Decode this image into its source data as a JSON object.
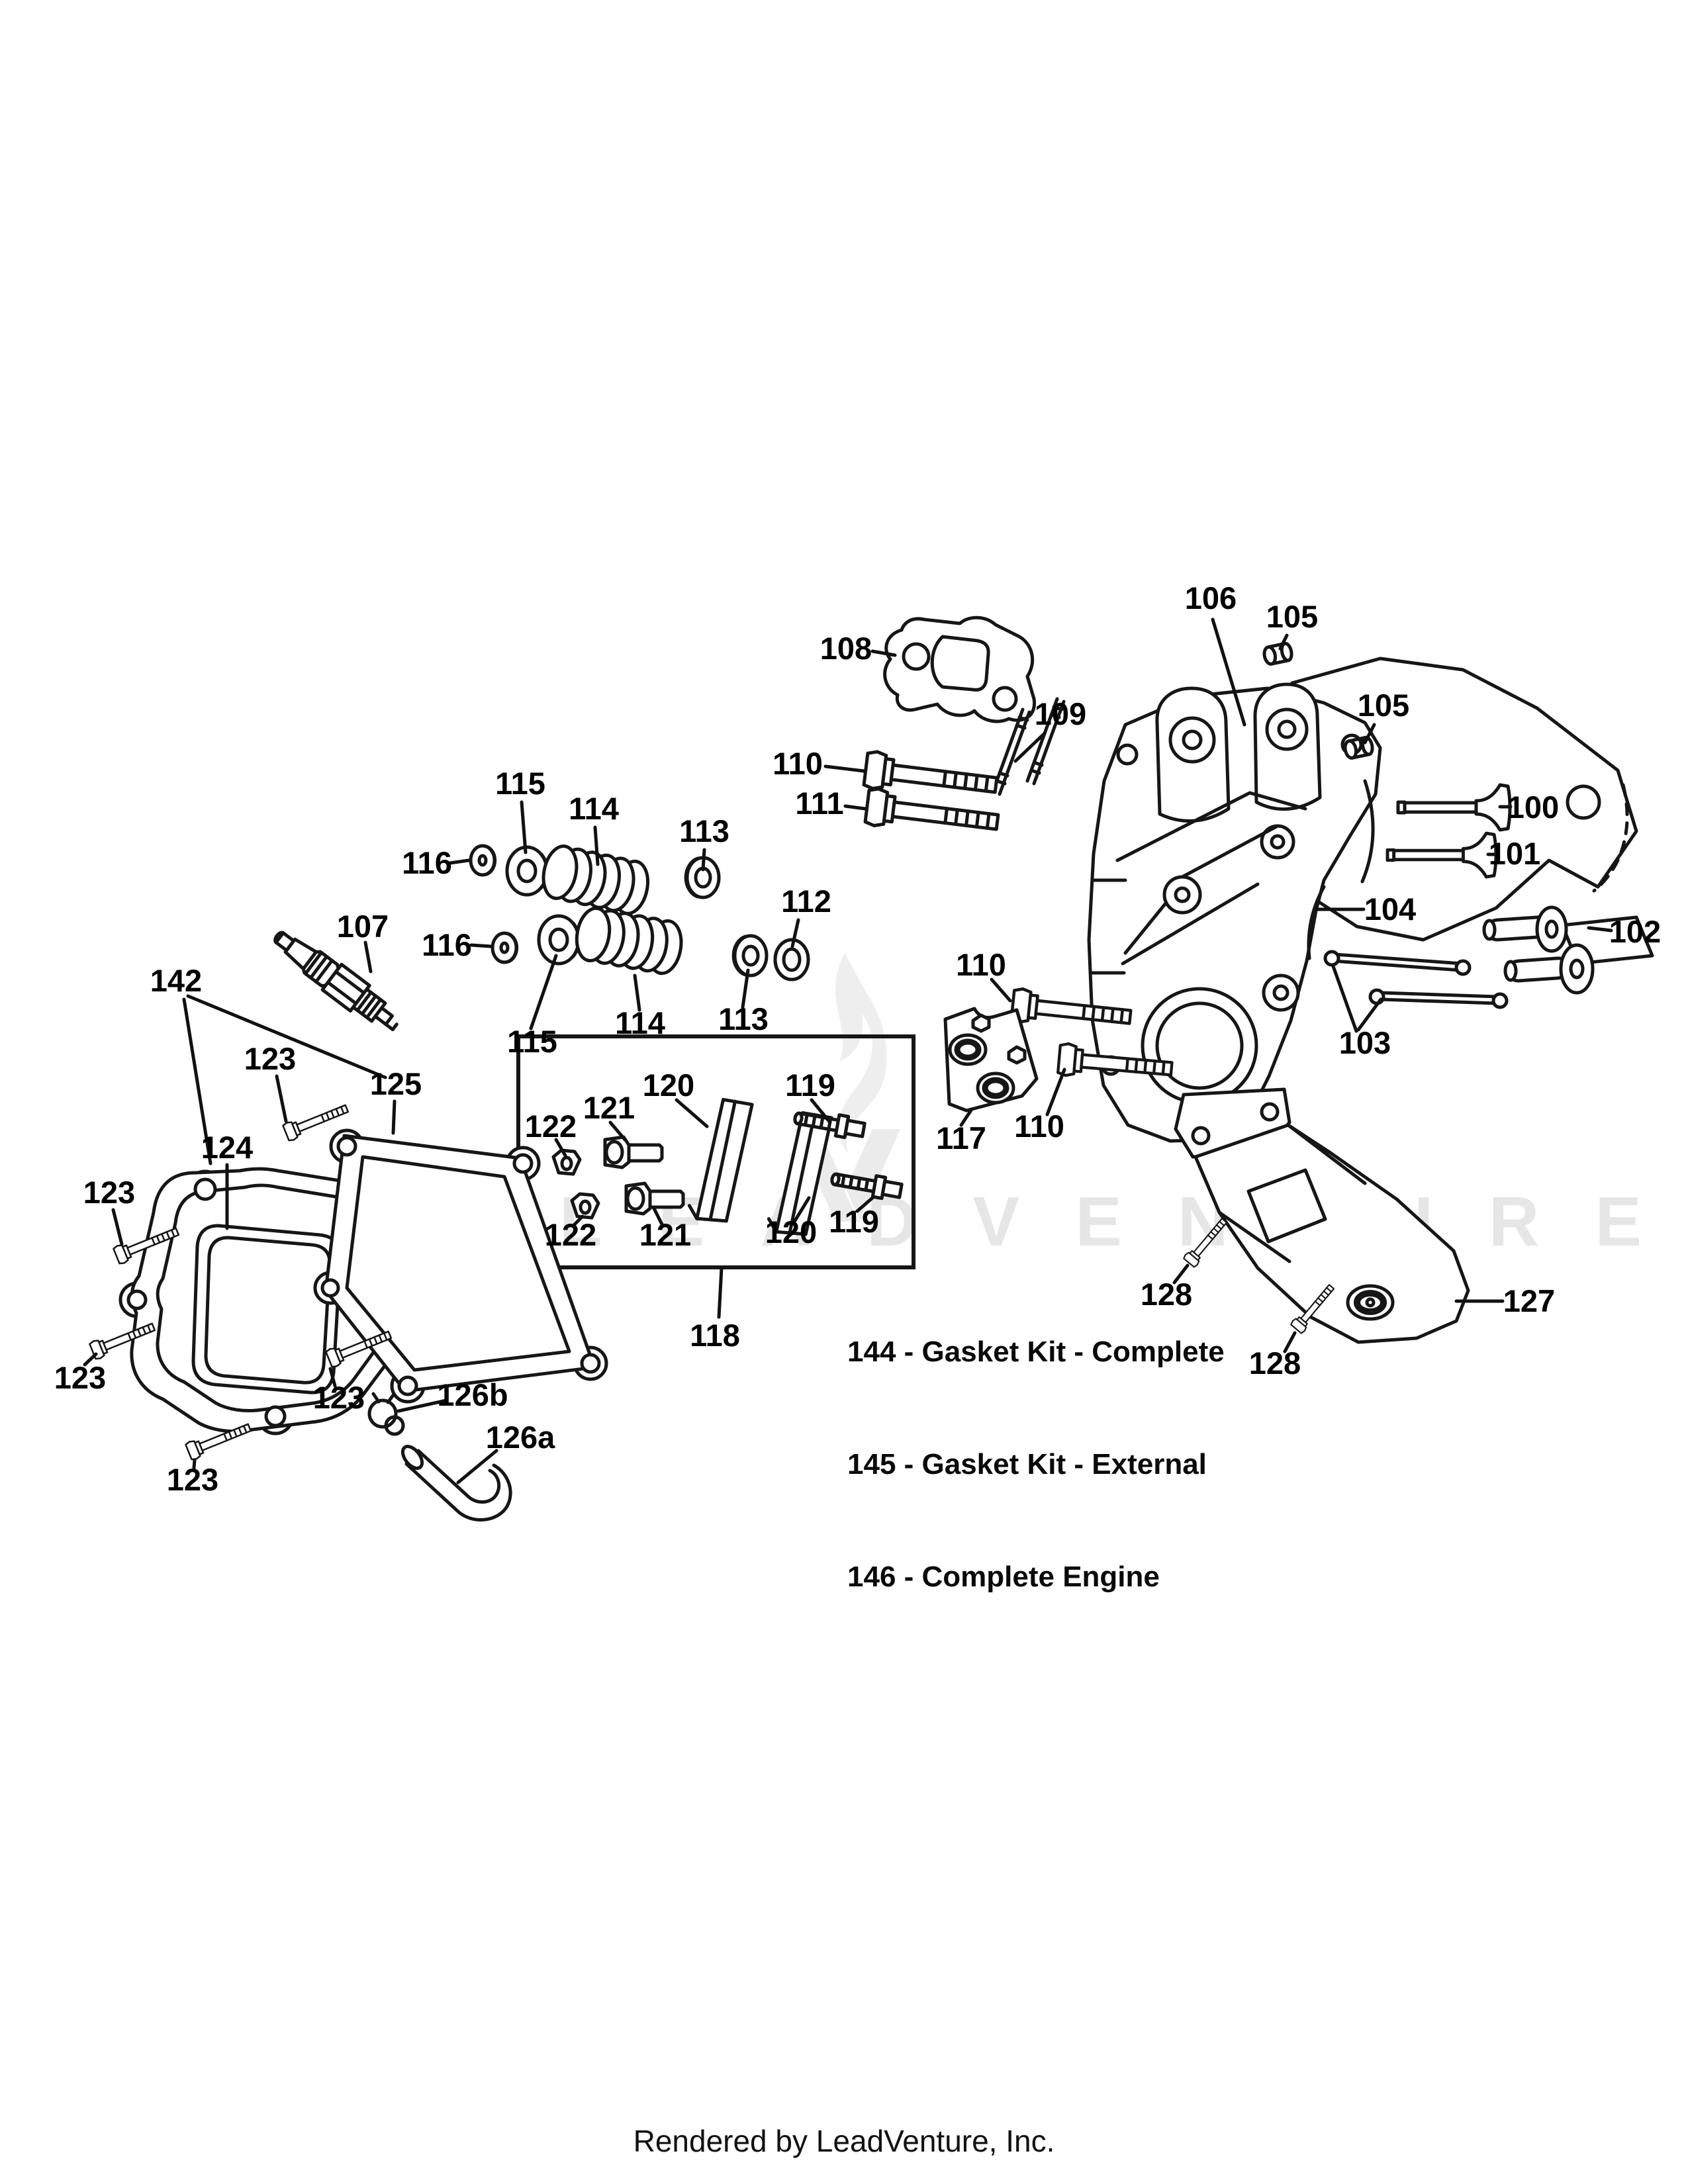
{
  "watermark": {
    "text": "LEADVENTURE",
    "text_color": "#e6e6e6",
    "flame_color": "#eeeeee",
    "mark_color": "#ebebeb"
  },
  "footer": {
    "text": "Rendered by LeadVenture, Inc."
  },
  "kit_items": [
    {
      "text": "144 - Gasket Kit - Complete"
    },
    {
      "text": "145 - Gasket Kit - External"
    },
    {
      "text": "146 - Complete Engine"
    }
  ],
  "callouts": [
    {
      "part": "108"
    },
    {
      "part": "106"
    },
    {
      "part": "105"
    },
    {
      "part": "105"
    },
    {
      "part": "109"
    },
    {
      "part": "110"
    },
    {
      "part": "111"
    },
    {
      "part": "100"
    },
    {
      "part": "101"
    },
    {
      "part": "102"
    },
    {
      "part": "104"
    },
    {
      "part": "103"
    },
    {
      "part": "107"
    },
    {
      "part": "116"
    },
    {
      "part": "115"
    },
    {
      "part": "114"
    },
    {
      "part": "113"
    },
    {
      "part": "112"
    },
    {
      "part": "116"
    },
    {
      "part": "115"
    },
    {
      "part": "114"
    },
    {
      "part": "113"
    },
    {
      "part": "142"
    },
    {
      "part": "123"
    },
    {
      "part": "125"
    },
    {
      "part": "124"
    },
    {
      "part": "123"
    },
    {
      "part": "117"
    },
    {
      "part": "110"
    },
    {
      "part": "110"
    },
    {
      "part": "120"
    },
    {
      "part": "121"
    },
    {
      "part": "122"
    },
    {
      "part": "119"
    },
    {
      "part": "122"
    },
    {
      "part": "121"
    },
    {
      "part": "120"
    },
    {
      "part": "119"
    },
    {
      "part": "118"
    },
    {
      "part": "123"
    },
    {
      "part": "123"
    },
    {
      "part": "123"
    },
    {
      "part": "126b"
    },
    {
      "part": "126a"
    },
    {
      "part": "127"
    },
    {
      "part": "128"
    },
    {
      "part": "128"
    }
  ]
}
